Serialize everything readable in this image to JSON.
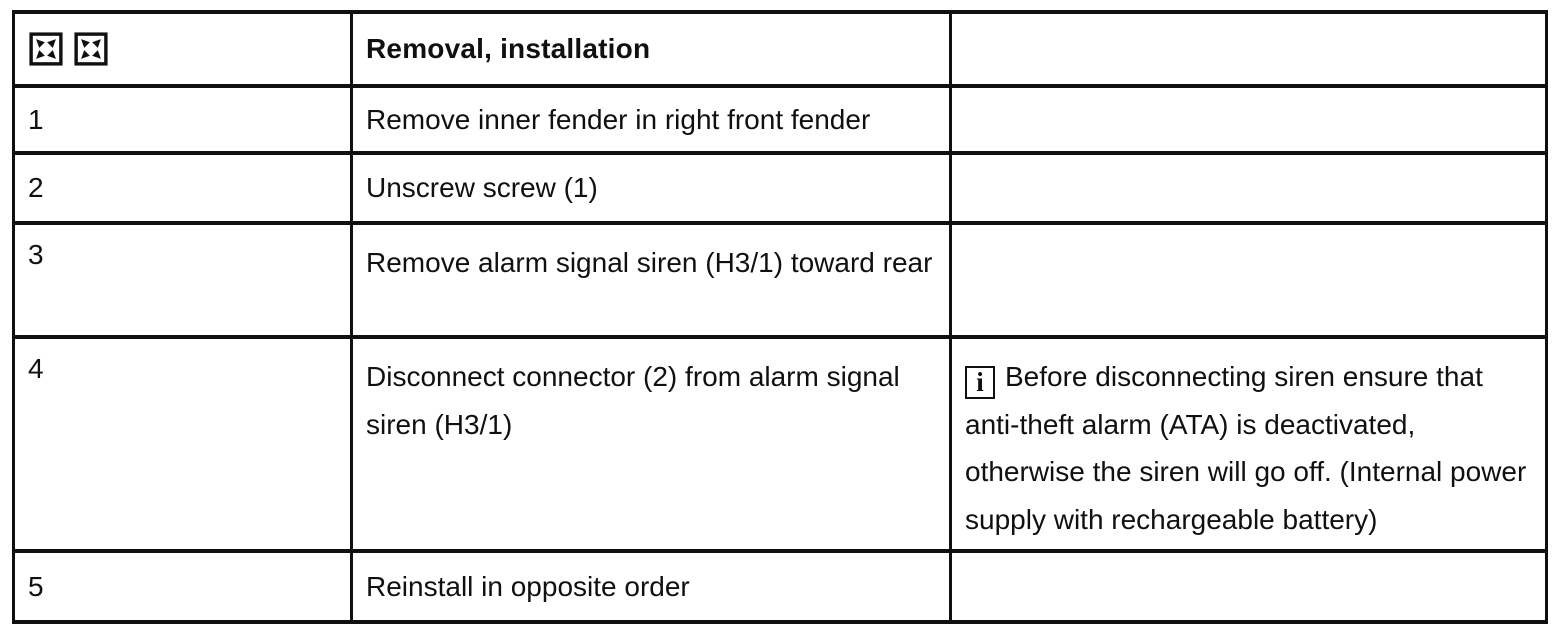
{
  "table": {
    "header": {
      "step_symbols": [
        "removal-icon",
        "installation-icon"
      ],
      "procedure": "Removal, installation",
      "note": ""
    },
    "rows": [
      {
        "step": "1",
        "procedure": "Remove inner fender in right front fender",
        "note": ""
      },
      {
        "step": "2",
        "procedure": "Unscrew screw (1)",
        "note": ""
      },
      {
        "step": "3",
        "procedure": "Remove alarm signal siren (H3/1) toward rear",
        "note": ""
      },
      {
        "step": "4",
        "procedure": "Disconnect connector (2) from alarm signal siren (H3/1)",
        "note_icon": "info-icon",
        "note_icon_glyph": "i",
        "note": "Before disconnecting siren ensure that anti-theft alarm (ATA) is deactivated, otherwise the siren will go off. (Internal power supply with rechargeable battery)"
      },
      {
        "step": "5",
        "procedure": "Reinstall in opposite order",
        "note": ""
      }
    ]
  },
  "colors": {
    "ink": "#101010",
    "paper": "#ffffff"
  }
}
